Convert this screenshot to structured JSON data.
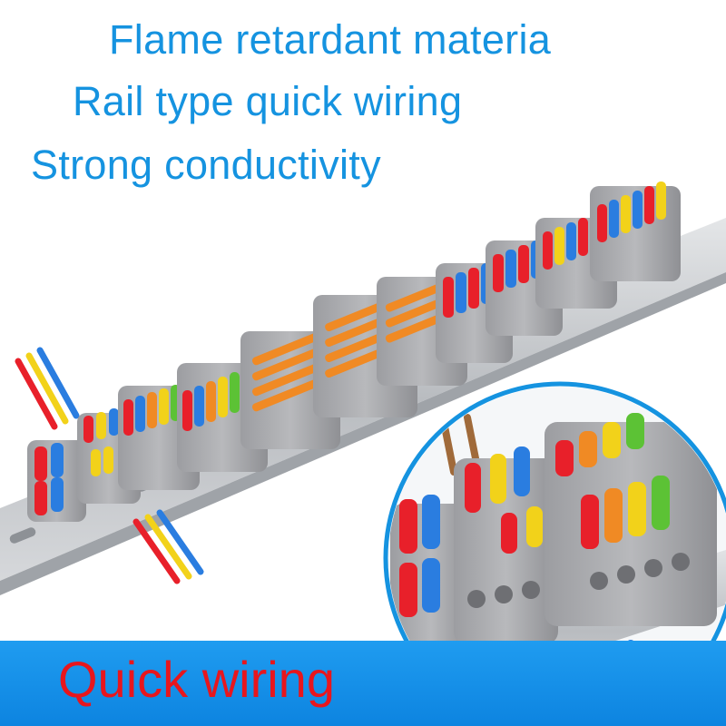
{
  "headlines": [
    "Flame retardant materia",
    "Rail type quick wiring",
    "Strong conductivity"
  ],
  "banner": {
    "text": "Quick wiring"
  },
  "colors": {
    "headline": "#1593e0",
    "banner_bg": "#1f9cf0",
    "banner_text": "#e8161d",
    "connector_body": "#a9aaad",
    "rail": "#c9ccd0",
    "lever_red": "#e8202a",
    "lever_blue": "#2a7de0",
    "lever_yellow": "#f2d21a",
    "lever_green": "#5cc235",
    "lever_orange": "#f08a24"
  },
  "image_content": "DIN rail with a row of grey lever-type wire connectors with red, blue, yellow, green and orange levers; circular magnified view at bottom right"
}
